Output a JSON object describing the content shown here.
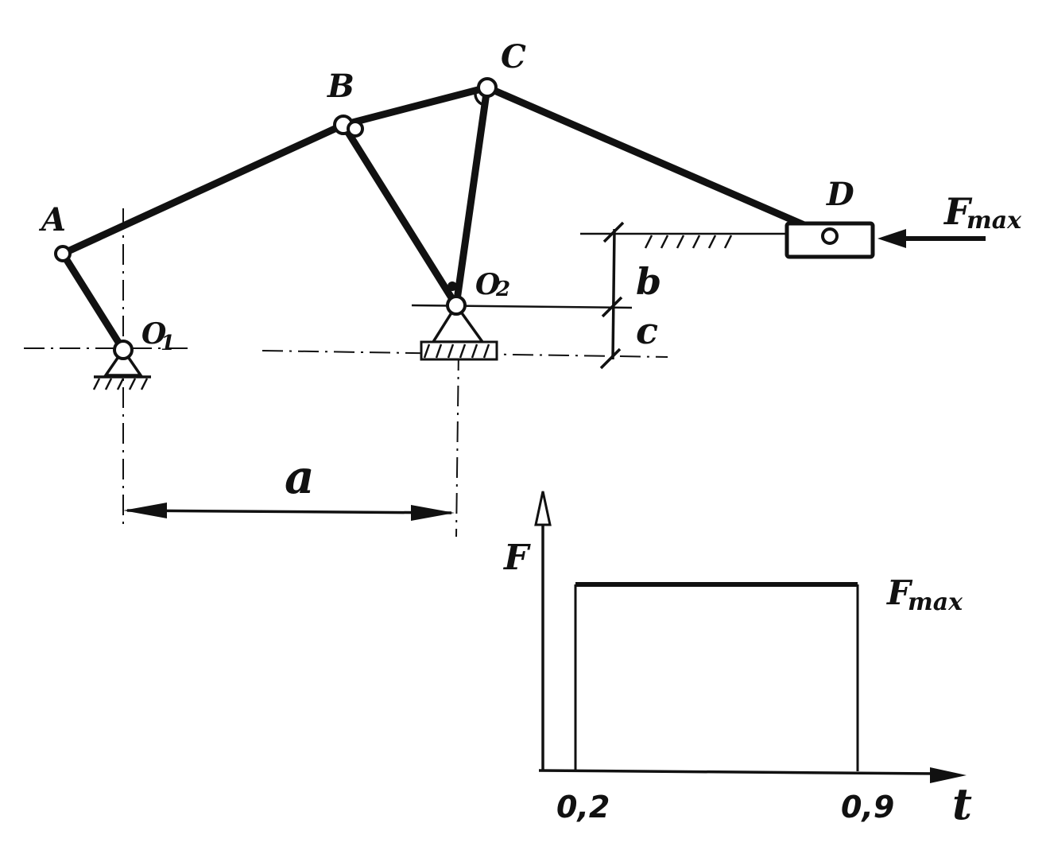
{
  "mechanism": {
    "points": {
      "A": "A",
      "B": "B",
      "C": "C",
      "D": "D",
      "O1": "O",
      "O1_sub": "1",
      "O2": "O",
      "O2_sub": "2"
    },
    "dimensions": {
      "a": "a",
      "b": "b",
      "c": "c"
    },
    "force": {
      "label": "F",
      "sub": "max"
    }
  },
  "graph": {
    "y_axis_label": "F",
    "x_axis_label": "t",
    "level_label": "F",
    "level_sub": "max",
    "t_start": "0,2",
    "t_end": "0,9"
  },
  "chart_data": {
    "type": "line",
    "title": "",
    "xlabel": "t",
    "ylabel": "F",
    "series": [
      {
        "name": "",
        "x": [
          "0,2",
          "0,2",
          "0,9",
          "0,9"
        ],
        "y": [
          "0",
          "Fmax",
          "Fmax",
          "0"
        ]
      }
    ]
  }
}
